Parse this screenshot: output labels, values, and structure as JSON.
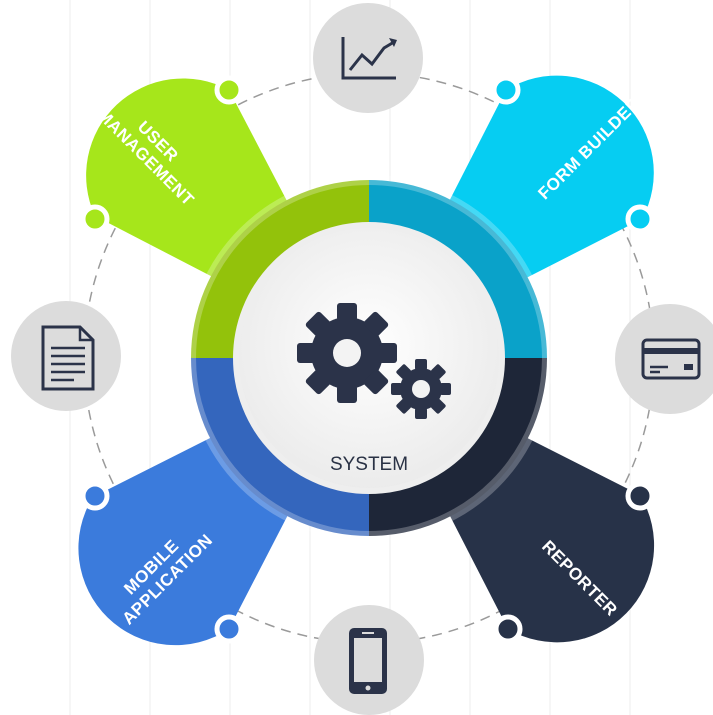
{
  "center": {
    "label": "SYSTEM"
  },
  "petals": [
    {
      "id": "user-management",
      "lines": [
        "USER",
        "MANAGEMENT"
      ],
      "color": "#a6e61b",
      "inner": "#93c20b"
    },
    {
      "id": "form-builder",
      "lines": [
        "FORM BUILDER"
      ],
      "color": "#06cdf2",
      "inner": "#0aa2c9"
    },
    {
      "id": "mobile-application",
      "lines": [
        "MOBILE",
        "APPLICATION"
      ],
      "color": "#3b7bdc",
      "inner": "#3466bd"
    },
    {
      "id": "reporter",
      "lines": [
        "REPORTER"
      ],
      "color": "#273248",
      "inner": "#1e2638"
    }
  ],
  "icons": [
    "chart-line-icon",
    "document-icon",
    "credit-card-icon",
    "smartphone-icon",
    "gears-icon"
  ],
  "colors": {
    "icon_circle": "#dcdcdc",
    "icon_fill": "#2b3349",
    "dash_ring": "#9a9a9a",
    "center_ring": "#eeeeee"
  }
}
